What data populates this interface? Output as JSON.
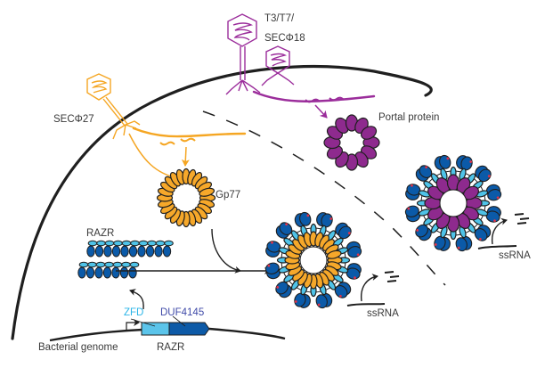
{
  "title": "RAZR phage defence model",
  "colors": {
    "membrane": "#1f1f1f",
    "secphi27": "#f5a623",
    "secphi27_light": "#f7b54a",
    "t3t7": "#9b2d9b",
    "portal": "#8e2a8e",
    "gp77": "#f6a82a",
    "razr_dark": "#0b5aa8",
    "razr_light": "#4fc3e8",
    "zfd": "#5bc4ea",
    "duf": "#0d5aa7",
    "dot_red": "#e0334a",
    "text": "#3a3a3a",
    "zfd_text": "#2bb5e8",
    "duf_text": "#3f4aa8"
  },
  "labels": {
    "t3t7_line1": "T3/T7/",
    "t3t7_line2": "SECΦ18",
    "secphi27": "SECΦ27",
    "portal": "Portal protein",
    "gp77": "Gp77",
    "razr_complex": "RAZR",
    "ssrna_1": "ssRNA",
    "ssrna_2": "ssRNA",
    "zfd": "ZFD",
    "duf": "DUF4145",
    "razr_gene": "RAZR",
    "genome": "Bacterial genome"
  },
  "counts": {
    "gp77_subunits": 24,
    "portal_subunits": 12,
    "razr_row1": 10,
    "razr_row2": 7,
    "ring_blue_lobes": 12
  }
}
